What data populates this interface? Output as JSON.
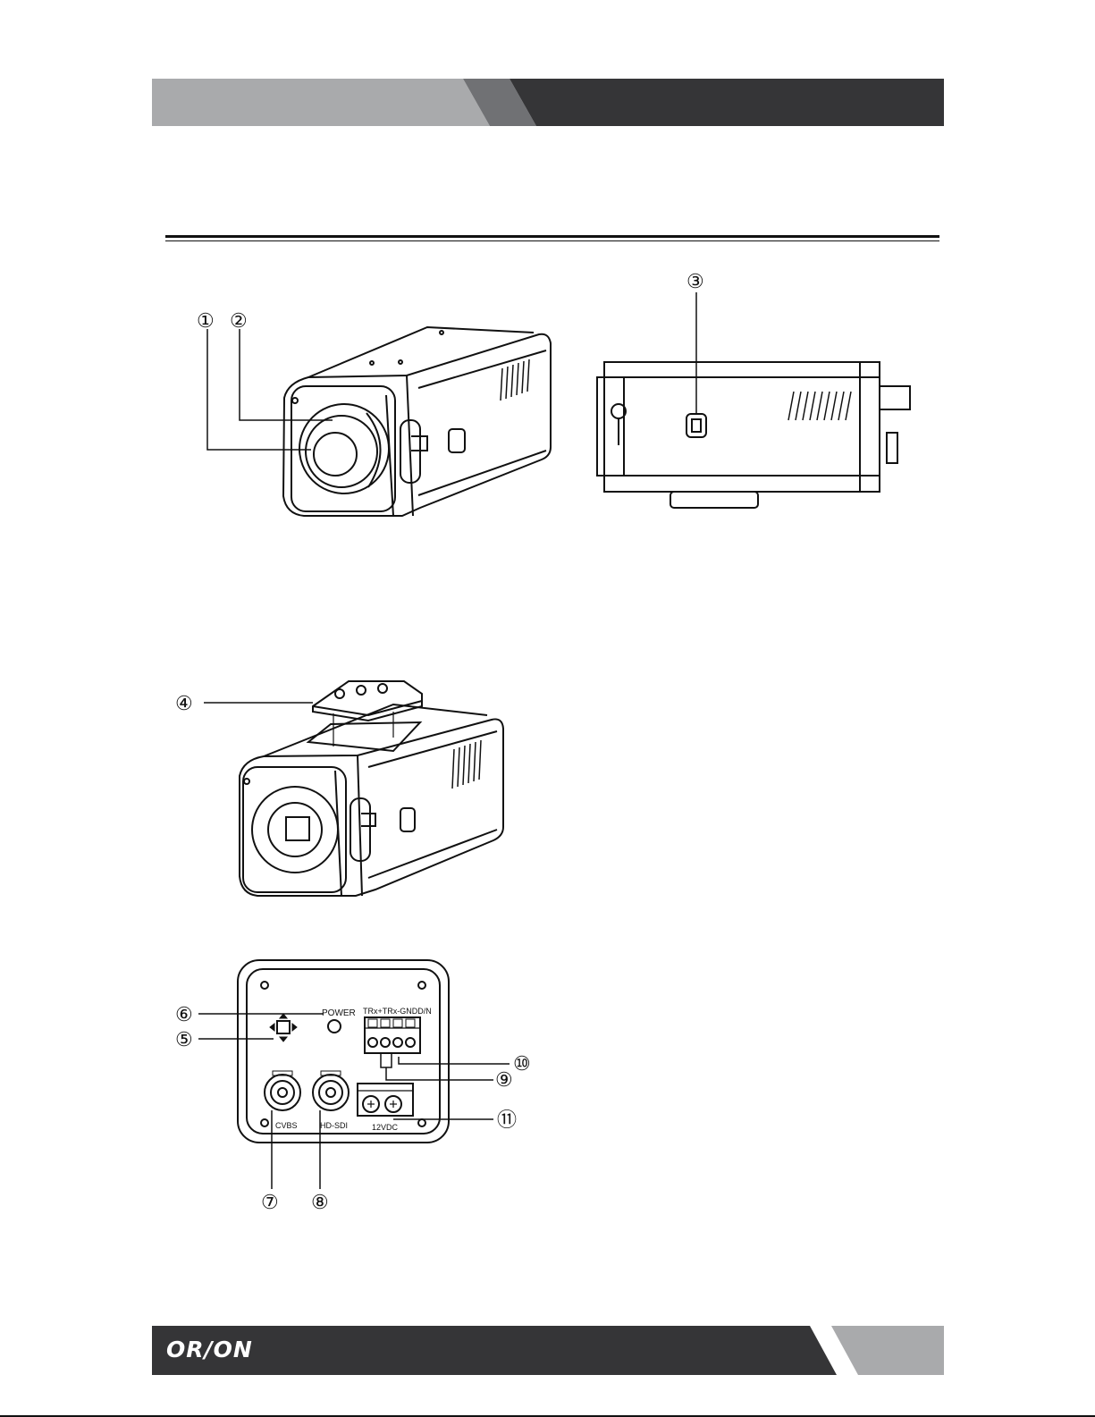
{
  "colors": {
    "header_light": "#a9aaac",
    "header_mid": "#707174",
    "header_dark": "#353537",
    "footer_dark": "#353537",
    "footer_light": "#a9aaac"
  },
  "brand": {
    "logo_text": "OR/ON"
  },
  "callouts": [
    "①",
    "②",
    "③",
    "④",
    "⑤",
    "⑥",
    "⑦",
    "⑧",
    "⑨",
    "⑩",
    "⑪"
  ],
  "rear_panel": {
    "power_label": "POWER",
    "terminal_label": "TRx+TRx-GNDD/N",
    "cvbs_label": "CVBS",
    "hdsdi_label": "HD-SDI",
    "dc_label": "12VDC"
  }
}
